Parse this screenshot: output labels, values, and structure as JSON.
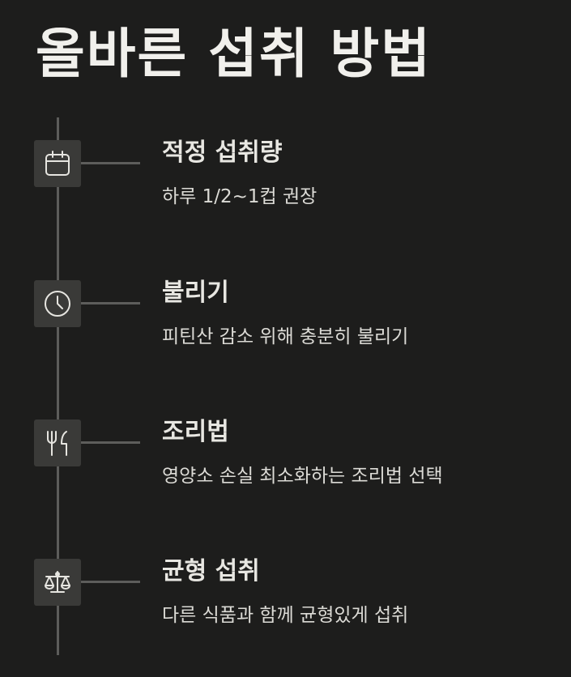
{
  "title": "올바른 섭취 방법",
  "colors": {
    "background": "#1d1d1c",
    "icon_box": "#3a3a38",
    "line": "#5d5d5b",
    "text": "#ecebe6"
  },
  "steps": [
    {
      "icon": "calendar-icon",
      "title": "적정 섭취량",
      "description": "하루 1/2~1컵 권장"
    },
    {
      "icon": "clock-icon",
      "title": "불리기",
      "description": "피틴산 감소 위해 충분히 불리기"
    },
    {
      "icon": "utensils-icon",
      "title": "조리법",
      "description": "영양소 손실 최소화하는 조리법 선택"
    },
    {
      "icon": "scale-icon",
      "title": "균형 섭취",
      "description": "다른 식품과 함께 균형있게 섭취"
    }
  ]
}
